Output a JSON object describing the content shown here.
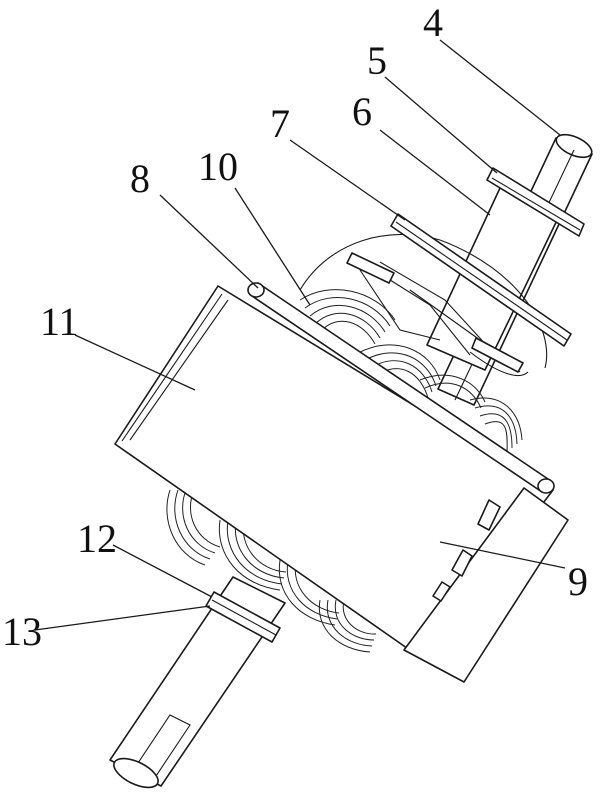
{
  "callouts": [
    {
      "id": "4",
      "text": "4"
    },
    {
      "id": "5",
      "text": "5"
    },
    {
      "id": "6",
      "text": "6"
    },
    {
      "id": "7",
      "text": "7"
    },
    {
      "id": "8",
      "text": "8"
    },
    {
      "id": "10",
      "text": "10"
    },
    {
      "id": "11",
      "text": "11"
    },
    {
      "id": "12",
      "text": "12"
    },
    {
      "id": "9",
      "text": "9"
    },
    {
      "id": "13",
      "text": "13"
    }
  ],
  "colors": {
    "line": "#1a1a1a",
    "background": "#ffffff"
  }
}
